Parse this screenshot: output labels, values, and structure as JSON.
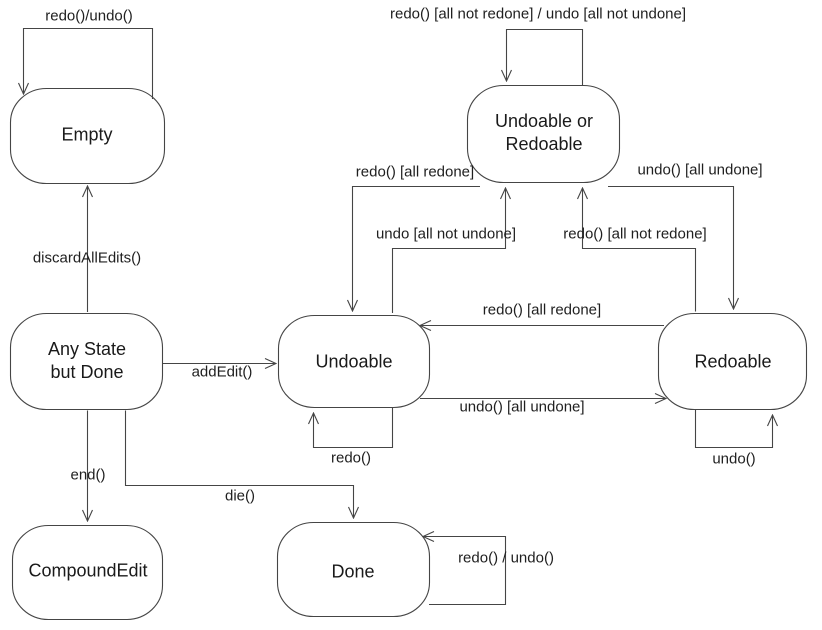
{
  "diagram": {
    "kind": "uml-state-diagram",
    "background_color": "#ffffff",
    "line_color": "#454545",
    "text_color": "#1a1a1a"
  },
  "states": [
    {
      "id": "empty",
      "label": "Empty"
    },
    {
      "id": "undoable-or-redoable",
      "label": "Undoable or\nRedoable"
    },
    {
      "id": "any-state-but-done",
      "label": "Any State\nbut Done"
    },
    {
      "id": "undoable",
      "label": "Undoable"
    },
    {
      "id": "redoable",
      "label": "Redoable"
    },
    {
      "id": "compound-edit",
      "label": "CompoundEdit"
    },
    {
      "id": "done",
      "label": "Done"
    }
  ],
  "transitions": [
    {
      "label": "redo()/undo()",
      "from": "empty",
      "to": "empty"
    },
    {
      "label": "redo() [all not redone] / undo [all not undone]",
      "from": "undoable-or-redoable",
      "to": "undoable-or-redoable"
    },
    {
      "label": "discardAllEdits()",
      "from": "any-state-but-done",
      "to": "empty"
    },
    {
      "label": "addEdit()",
      "from": "any-state-but-done",
      "to": "undoable"
    },
    {
      "label": "redo() [all redone]",
      "from": "undoable-or-redoable",
      "to": "undoable"
    },
    {
      "label": "undo [all not undone]",
      "from": "undoable",
      "to": "undoable-or-redoable"
    },
    {
      "label": "redo() [all not redone]",
      "from": "redoable",
      "to": "undoable-or-redoable"
    },
    {
      "label": "undo() [all undone]",
      "from": "undoable-or-redoable",
      "to": "redoable"
    },
    {
      "label": "redo() [all redone]",
      "from": "redoable",
      "to": "undoable"
    },
    {
      "label": "undo() [all undone]",
      "from": "undoable",
      "to": "redoable"
    },
    {
      "label": "redo()",
      "from": "undoable",
      "to": "undoable"
    },
    {
      "label": "undo()",
      "from": "redoable",
      "to": "redoable"
    },
    {
      "label": "end()",
      "from": "any-state-but-done",
      "to": "compound-edit"
    },
    {
      "label": "die()",
      "from": "any-state-but-done",
      "to": "done"
    },
    {
      "label": "redo() / undo()",
      "from": "done",
      "to": "done"
    }
  ]
}
